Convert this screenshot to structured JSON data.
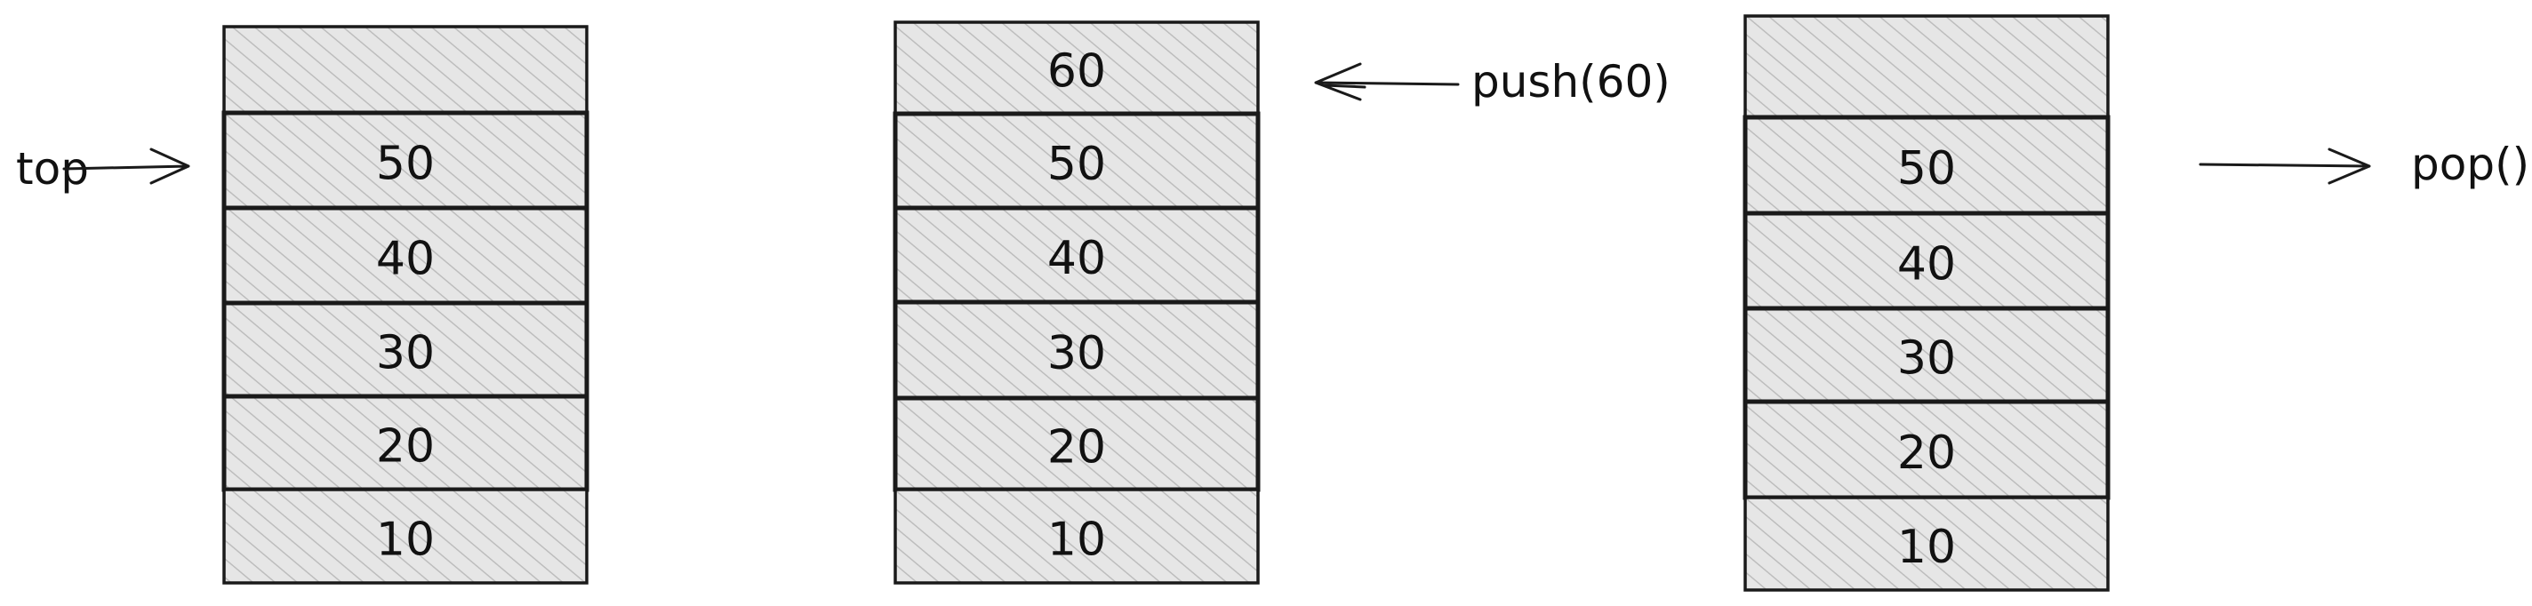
{
  "diagram": {
    "colors": {
      "stroke": "#1a1a1a",
      "fill": "#e4e4e4",
      "hatch": "#bdbdbd",
      "text": "#111111"
    },
    "stacks": [
      {
        "cells": [
          "",
          "50",
          "40",
          "30",
          "20",
          "10"
        ]
      },
      {
        "cells": [
          "60",
          "50",
          "40",
          "30",
          "20",
          "10"
        ]
      },
      {
        "cells": [
          "",
          "50",
          "40",
          "30",
          "20",
          "10"
        ]
      }
    ],
    "labels": {
      "top": "top",
      "push": "push(60)",
      "pop": "pop()"
    }
  }
}
